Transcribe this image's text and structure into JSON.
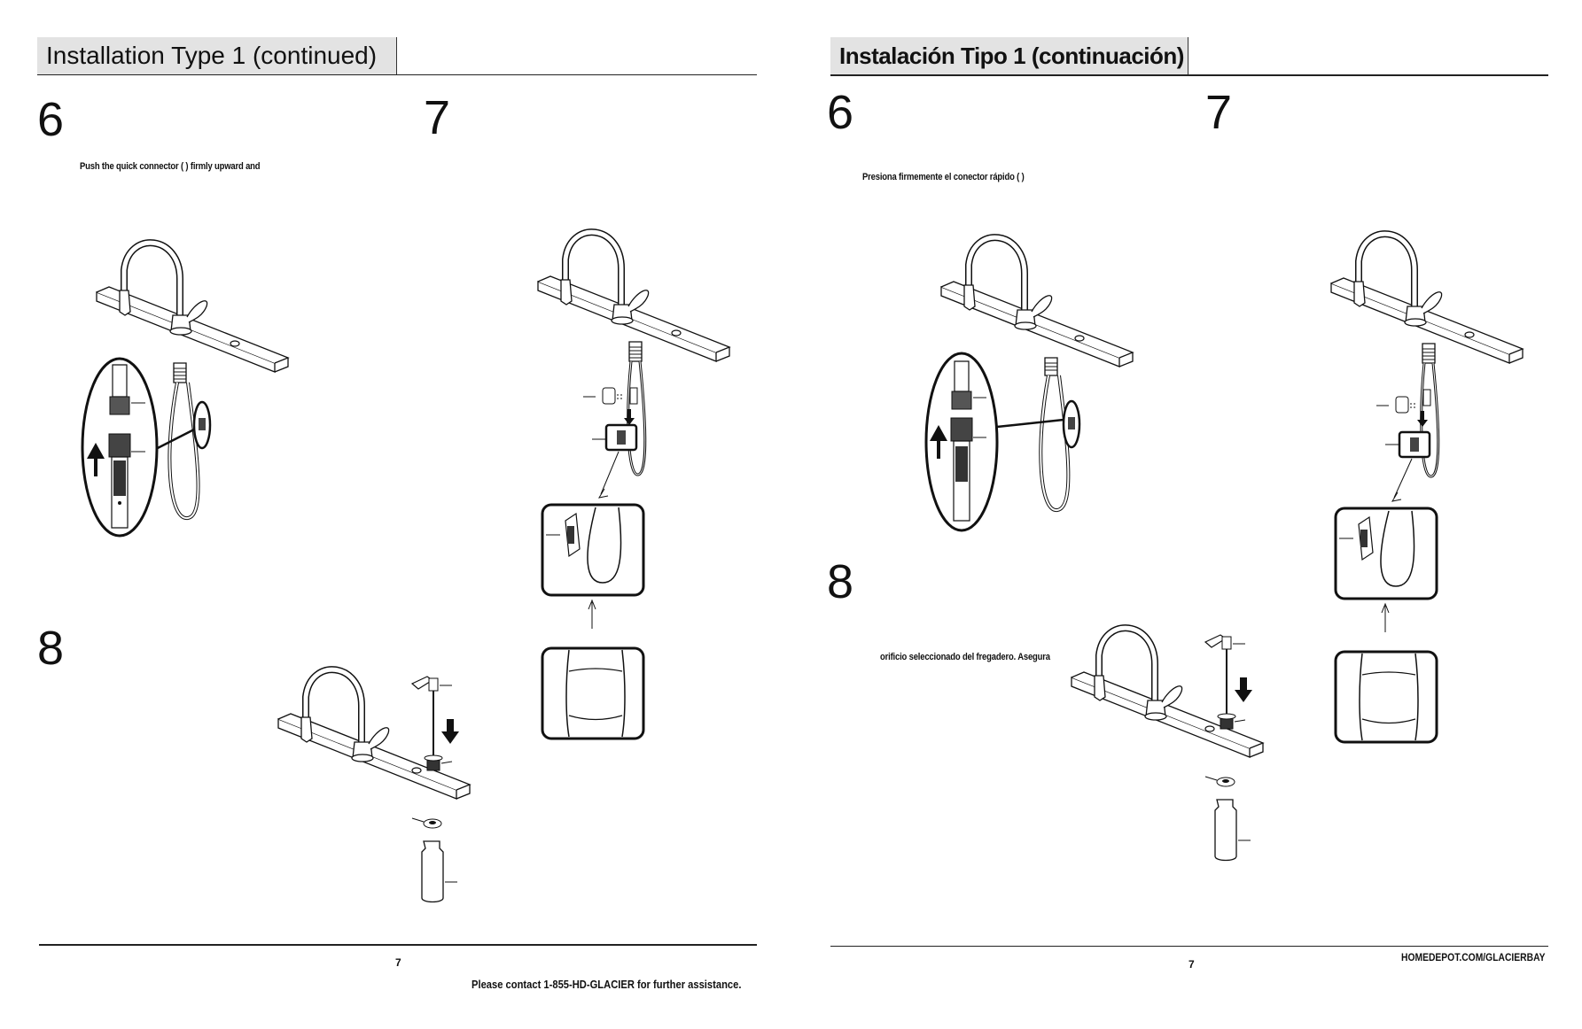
{
  "left_page": {
    "title": "Installation Type 1 (continued)",
    "steps": [
      {
        "number": "6",
        "text": "Push the quick connector (  ) firmly upward and"
      },
      {
        "number": "7",
        "text": ""
      },
      {
        "number": "8",
        "text": ""
      }
    ],
    "page_number": "7",
    "footer_contact": "Please contact 1-855-HD-GLACIER for further assistance."
  },
  "right_page": {
    "title": "Instalación Tipo 1 (continuación)",
    "steps": [
      {
        "number": "6",
        "text": "Presiona firmemente el conector rápido (  )"
      },
      {
        "number": "7",
        "text": ""
      },
      {
        "number": "8",
        "text": "orificio seleccionado del fregadero. Asegura"
      }
    ],
    "page_number": "7",
    "footer_url": "HOMEDEPOT.COM/GLACIERBAY"
  },
  "illustrations": {
    "faucet_connector": "faucet-quick-connector-diagram",
    "faucet_hose_detail": "faucet-hose-weight-diagram",
    "soap_dispenser": "soap-dispenser-diagram"
  }
}
